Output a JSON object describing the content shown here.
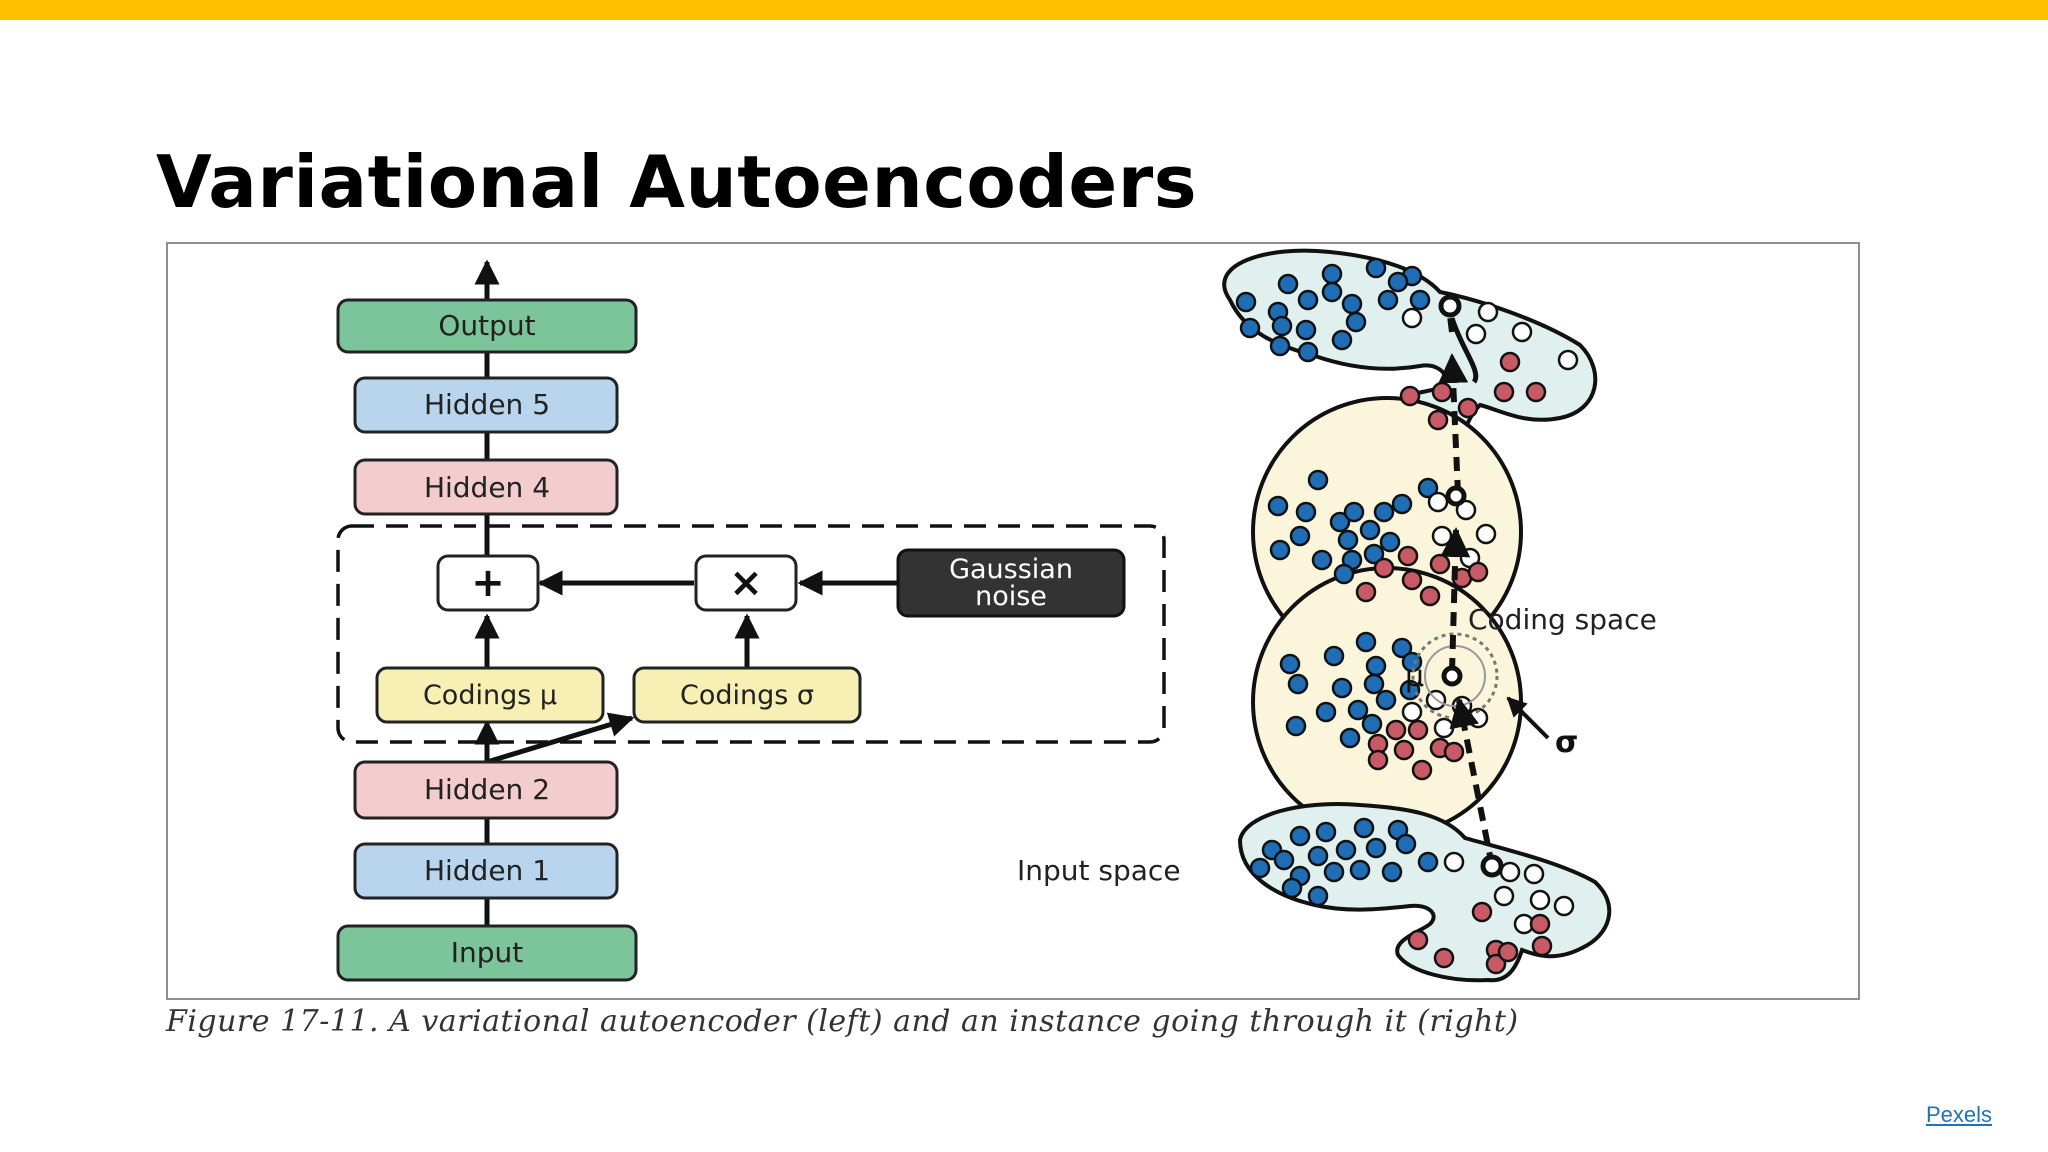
{
  "slide": {
    "title": "Variational Autoencoders",
    "caption": "Figure 17-11. A variational autoencoder (left) and an instance going through it (right)",
    "credit": "Pexels"
  },
  "colors": {
    "accent_bar": "#ffc000",
    "output_input_fill": "#7cc49a",
    "hidden_blue_fill": "#b9d5ee",
    "hidden_pink_fill": "#f3cccd",
    "codings_fill": "#f7efb4",
    "noise_fill": "#333333",
    "blob_fill": "#dff0ee",
    "circle_fill": "#fbf5dc",
    "dot_blue": "#1f6db5",
    "dot_red": "#c85a66",
    "credit_link": "#1f73b7"
  },
  "network": {
    "output": "Output",
    "hidden5": "Hidden 5",
    "hidden4": "Hidden 4",
    "plus_op": "+",
    "times_op": "×",
    "noise_line1": "Gaussian",
    "noise_line2": "noise",
    "codings_mu": "Codings μ",
    "codings_sigma": "Codings σ",
    "hidden2": "Hidden 2",
    "hidden1": "Hidden 1",
    "input": "Input"
  },
  "spaces": {
    "coding_space": "Coding space",
    "input_space": "Input space",
    "mu_symbol": "μ",
    "sigma_symbol": "σ"
  }
}
